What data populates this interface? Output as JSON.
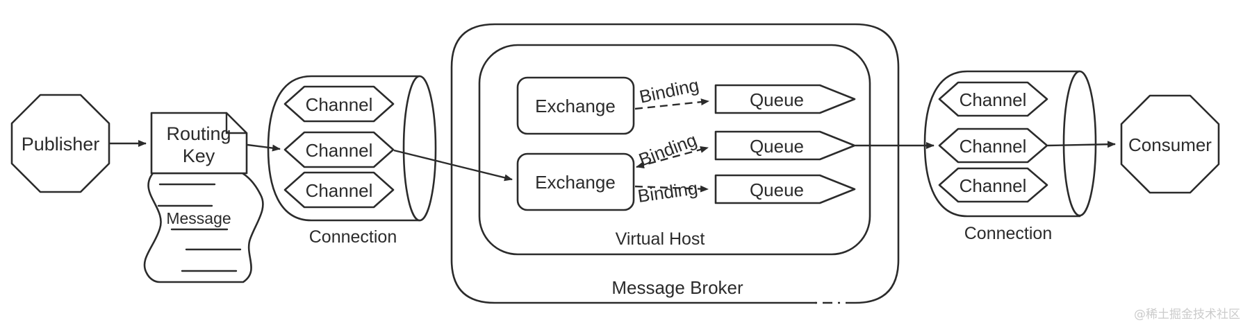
{
  "diagram": {
    "publisher": {
      "label": "Publisher"
    },
    "routing_key": {
      "line1": "Routing",
      "line2": "Key"
    },
    "message": {
      "label": "Message"
    },
    "connection_left": {
      "label": "Connection",
      "channels": [
        "Channel",
        "Channel",
        "Channel"
      ]
    },
    "broker": {
      "label": "Message Broker"
    },
    "virtual_host": {
      "label": "Virtual Host"
    },
    "exchanges": [
      "Exchange",
      "Exchange"
    ],
    "bindings": [
      "Binding",
      "Binding",
      "Binding"
    ],
    "queues": [
      "Queue",
      "Queue",
      "Queue"
    ],
    "connection_right": {
      "label": "Connection",
      "channels": [
        "Channel",
        "Channel",
        "Channel"
      ]
    },
    "consumer": {
      "label": "Consumer"
    },
    "watermark": "@稀土掘金技术社区",
    "colors": {
      "stroke": "#2b2b2b",
      "text": "#2b2b2b",
      "watermark": "#cbcbcb",
      "background": "#ffffff"
    }
  }
}
